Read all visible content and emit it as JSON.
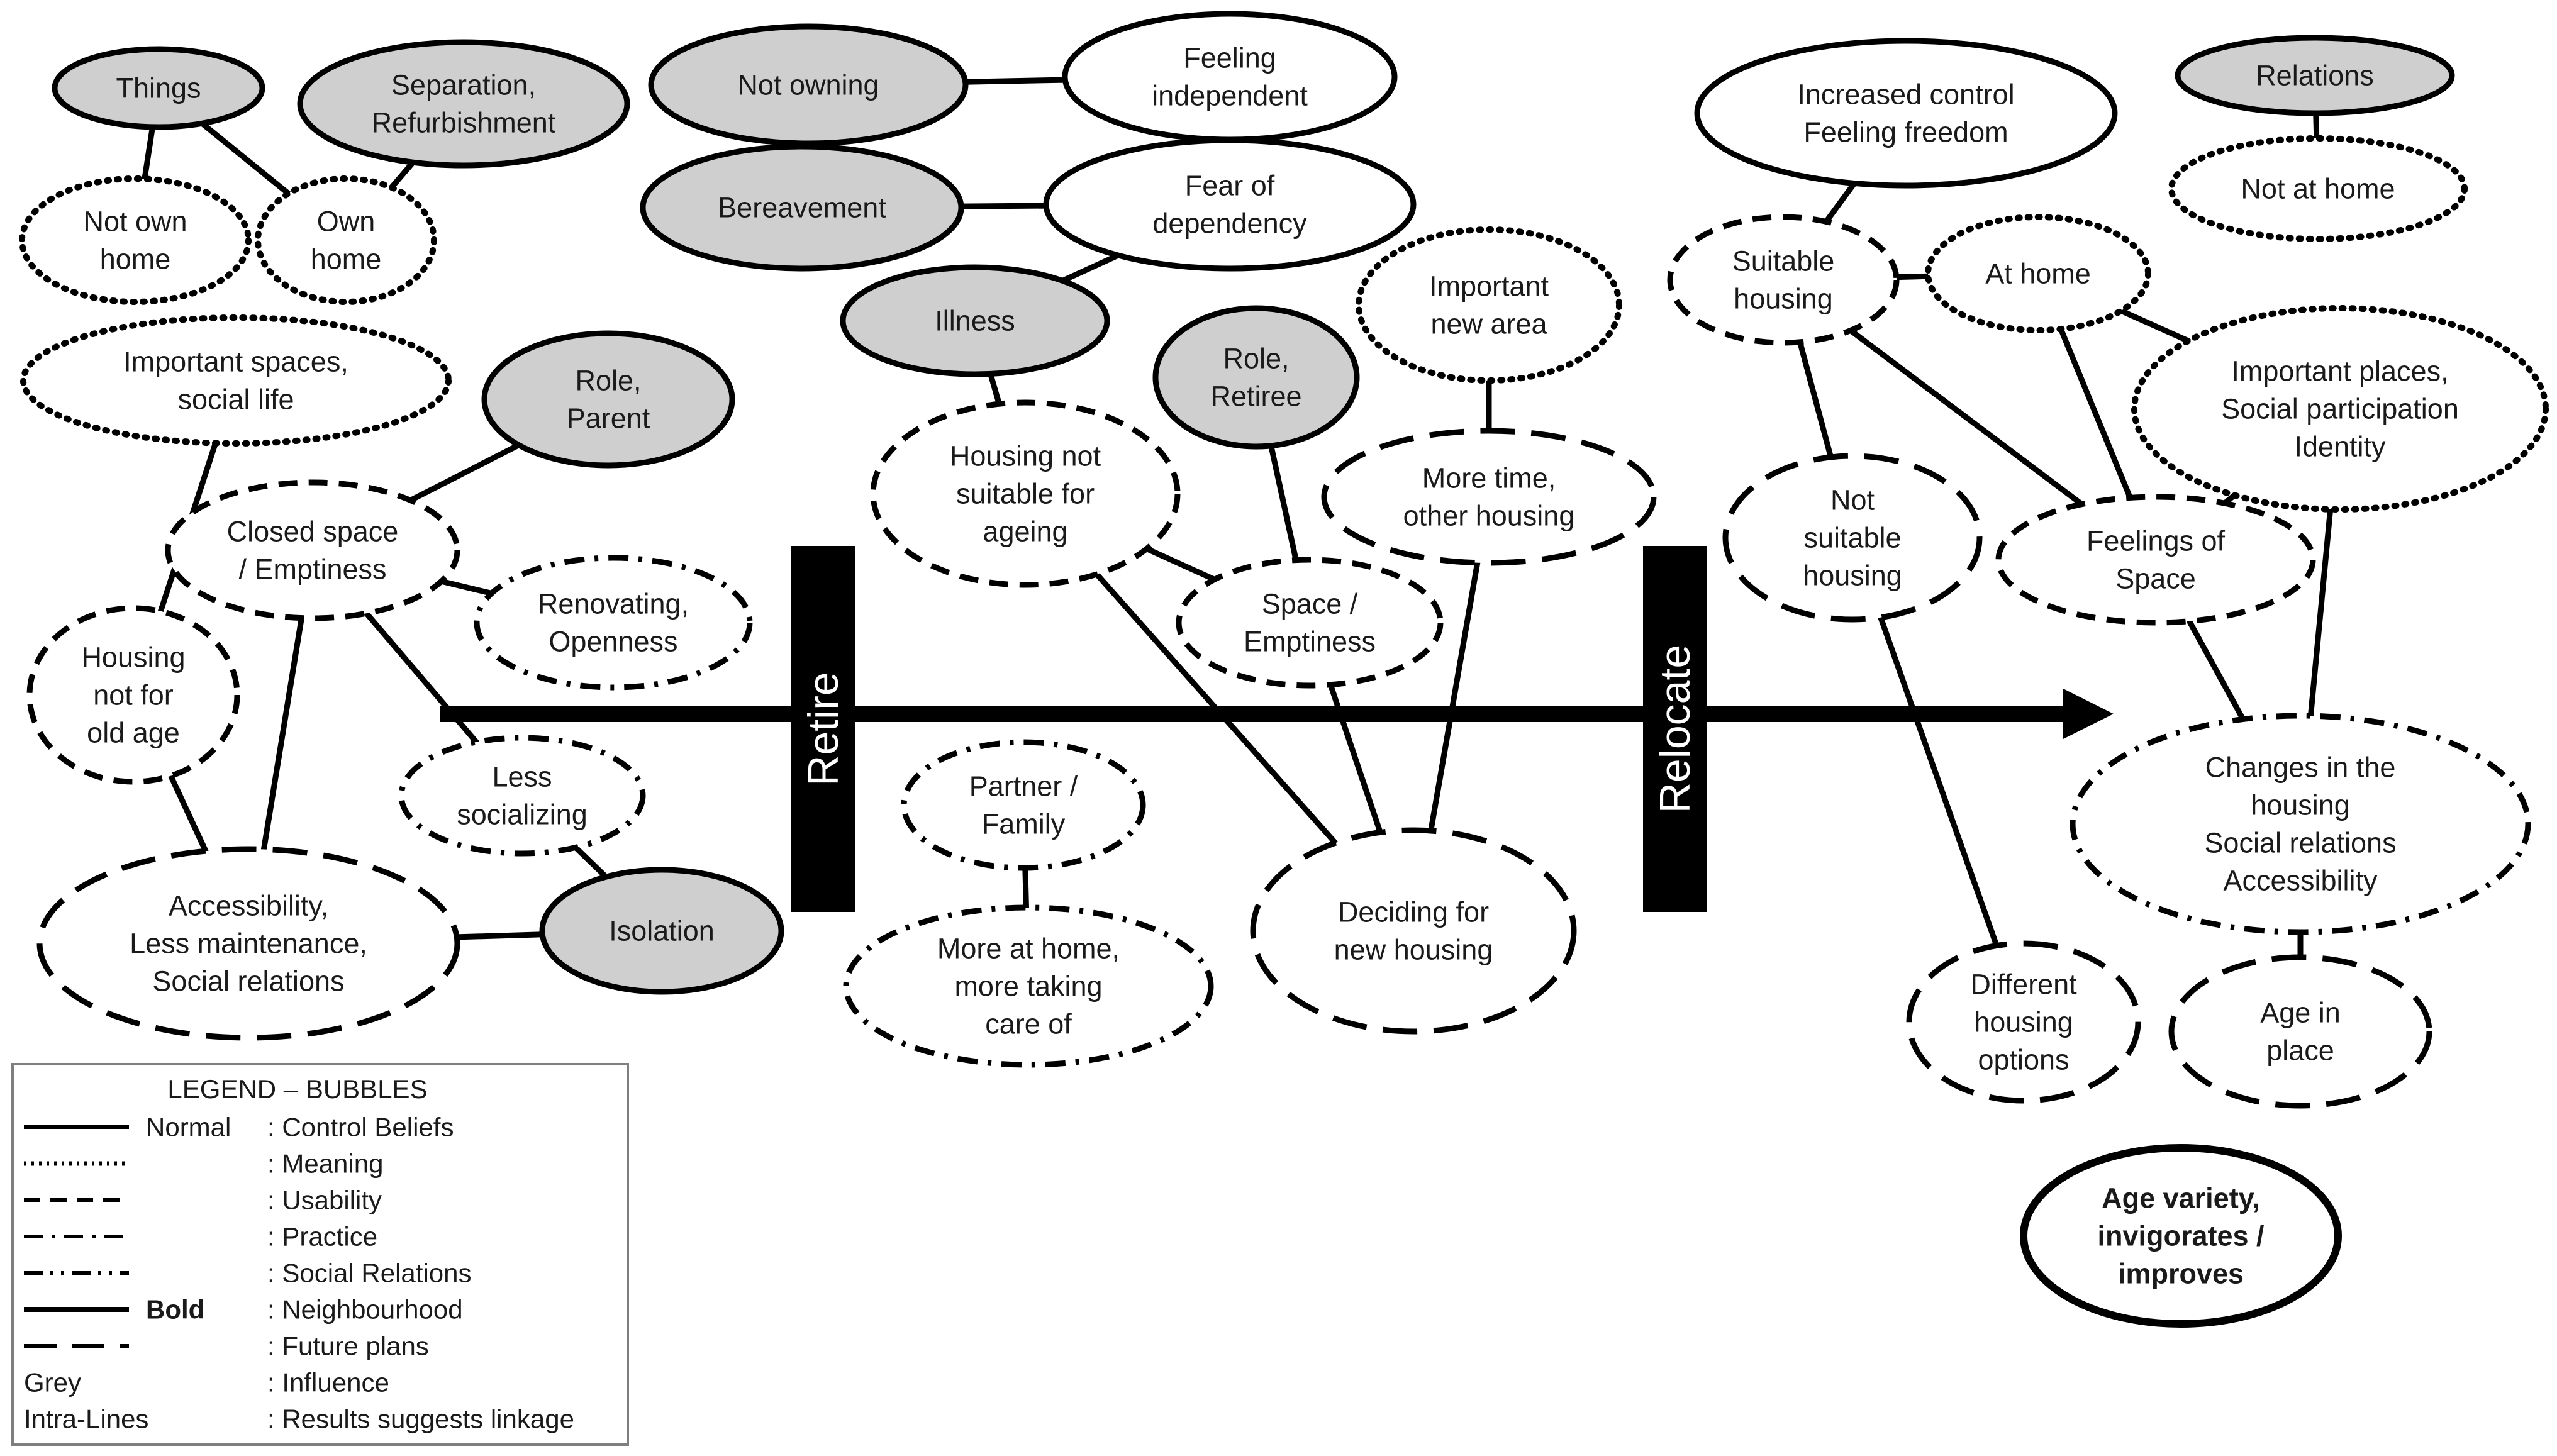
{
  "bubbles": {
    "things": [
      "Things"
    ],
    "separation": [
      "Separation,",
      "Refurbishment"
    ],
    "not_own_home": [
      "Not own",
      "home"
    ],
    "own_home": [
      "Own",
      "home"
    ],
    "important_spaces": [
      "Important  spaces,",
      "social life"
    ],
    "role_parent": [
      "Role,",
      "Parent"
    ],
    "closed_space": [
      "Closed space",
      "/ Emptiness"
    ],
    "renovating": [
      "Renovating,",
      "Openness"
    ],
    "housing_not_old": [
      "Housing",
      "not for",
      "old age"
    ],
    "less_socializing": [
      "Less",
      "socializing"
    ],
    "isolation": [
      "Isolation"
    ],
    "accessibility_left": [
      "Accessibility,",
      "Less maintenance,",
      "Social relations"
    ],
    "not_owning": [
      "Not owning"
    ],
    "feeling_independent": [
      "Feeling",
      "independent"
    ],
    "bereavement": [
      "Bereavement"
    ],
    "fear_dependency": [
      "Fear of",
      "dependency"
    ],
    "illness": [
      "Illness"
    ],
    "important_new_area": [
      "Important",
      "new area"
    ],
    "role_retiree": [
      "Role,",
      "Retiree"
    ],
    "housing_not_suitable": [
      "Housing not",
      "suitable for",
      "ageing"
    ],
    "more_time": [
      "More time,",
      "other housing"
    ],
    "space_emptiness": [
      "Space /",
      "Emptiness"
    ],
    "partner_family": [
      "Partner /",
      "Family"
    ],
    "more_at_home": [
      "More at home,",
      "more taking",
      "care of"
    ],
    "deciding": [
      "Deciding for",
      "new housing"
    ],
    "increased_control": [
      "Increased control",
      "Feeling freedom"
    ],
    "relations": [
      "Relations"
    ],
    "not_at_home": [
      "Not at home"
    ],
    "suitable_housing": [
      "Suitable",
      "housing"
    ],
    "at_home": [
      "At home"
    ],
    "important_places": [
      "Important  places,",
      "Social participation",
      "Identity"
    ],
    "not_suitable_housing": [
      "Not",
      "suitable",
      "housing"
    ],
    "feelings_space": [
      "Feelings of",
      "Space"
    ],
    "changes_housing": [
      "Changes in the",
      "housing",
      "Social relations",
      "Accessibility"
    ],
    "different_options": [
      "Different",
      "housing",
      "options"
    ],
    "age_in_place": [
      "Age in",
      "place"
    ],
    "age_variety": [
      "Age variety,",
      "invigorates /",
      "improves"
    ]
  },
  "timeline": {
    "retire": "Retire",
    "relocate": "Relocate"
  },
  "legend": {
    "title": "LEGEND – BUBBLES",
    "rows": [
      {
        "key": "Normal",
        "desc": ": Control Beliefs",
        "style": "solid"
      },
      {
        "key": "",
        "desc": ": Meaning",
        "style": "dotted"
      },
      {
        "key": "",
        "desc": ": Usability",
        "style": "dashed"
      },
      {
        "key": "",
        "desc": ": Practice",
        "style": "dashdot"
      },
      {
        "key": "",
        "desc": ": Social Relations",
        "style": "dashdotdot"
      },
      {
        "key": "Bold",
        "desc": ": Neighbourhood",
        "style": "bold"
      },
      {
        "key": "",
        "desc": ": Future plans",
        "style": "longdash"
      },
      {
        "key": "Grey",
        "desc": ": Influence",
        "style": "none"
      },
      {
        "key": "Intra-Lines",
        "desc": ": Results suggests linkage",
        "style": "none"
      }
    ]
  },
  "colors": {
    "grey_fill": "#cfcfcf",
    "stroke": "#000000",
    "bar": "#000000"
  }
}
